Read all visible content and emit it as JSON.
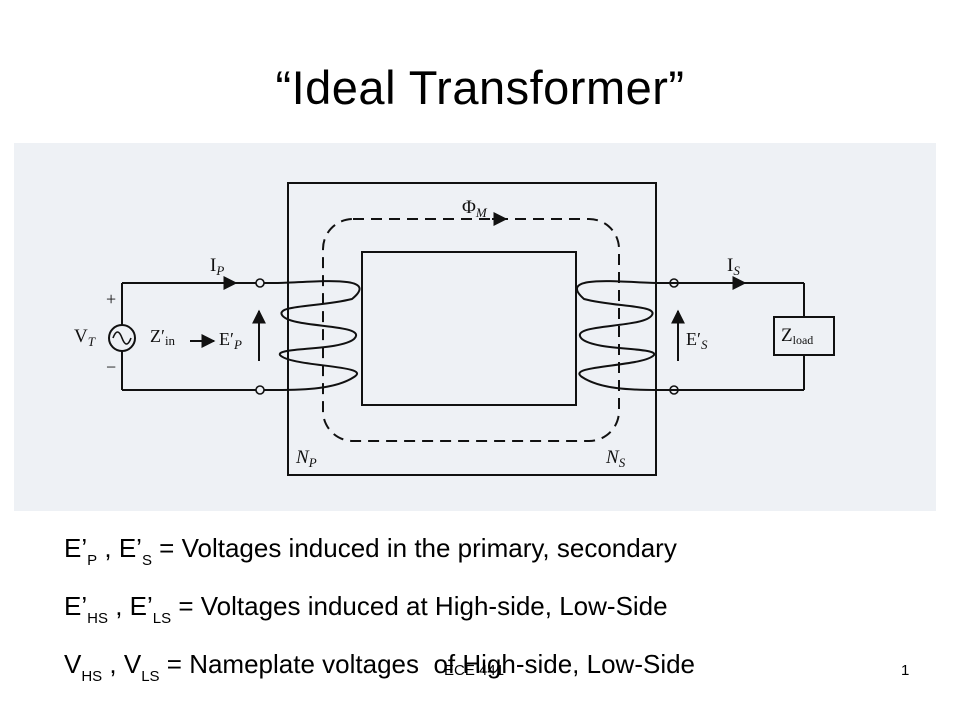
{
  "slide": {
    "title": "“Ideal Transformer”",
    "footer_course": "ECE 441",
    "page_number": "1"
  },
  "diagram": {
    "flux": {
      "main": "Φ",
      "sub": "M"
    },
    "primary_current": {
      "main": "I",
      "sub": "P"
    },
    "secondary_current": {
      "main": "I",
      "sub": "S"
    },
    "source_voltage": {
      "main": "V",
      "sub": "T"
    },
    "input_impedance": {
      "main": "Z′",
      "sub": "in"
    },
    "primary_emf": {
      "main": "E′",
      "sub": "P"
    },
    "secondary_emf": {
      "main": "E′",
      "sub": "S"
    },
    "load": {
      "main": "Z",
      "sub": "load"
    },
    "primary_turns": {
      "main": "N",
      "sub": "P"
    },
    "secondary_turns": {
      "main": "N",
      "sub": "S"
    },
    "plus_sign": "+",
    "minus_sign": "−"
  },
  "definitions": [
    {
      "a_main": "E’",
      "a_sub": "P",
      "sep": " , ",
      "b_main": "E’",
      "b_sub": "S",
      "rest": " = Voltages induced in the primary, secondary"
    },
    {
      "a_main": "E’",
      "a_sub": "HS",
      "sep": " , ",
      "b_main": "E’",
      "b_sub": "LS",
      "rest": " = Voltages induced at High-side, Low-Side"
    },
    {
      "a_main": "V",
      "a_sub": "HS",
      "sep": " , ",
      "b_main": "V",
      "b_sub": "LS",
      "rest": " = Nameplate voltages  of High-side, Low-Side"
    }
  ]
}
